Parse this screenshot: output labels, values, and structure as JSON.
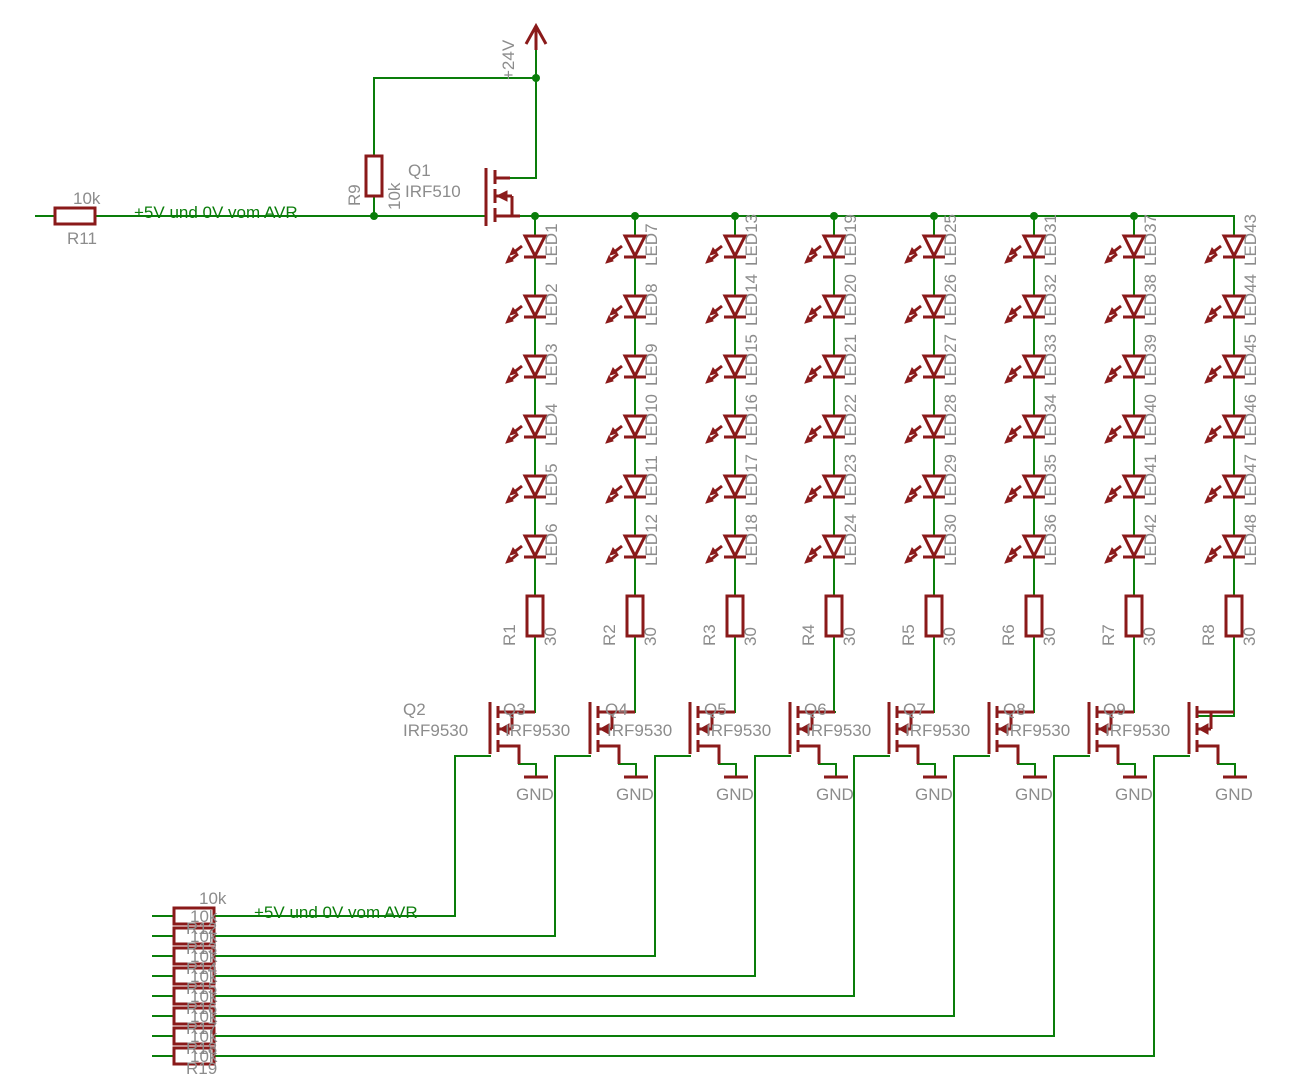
{
  "supply_label": "+24V",
  "ground_label": "GND",
  "net_label": "+5V und 0V vom AVR",
  "driver": {
    "name": "Q1",
    "part": "IRF510"
  },
  "gate_pullup": {
    "name": "R9",
    "value": "10k"
  },
  "input_resistor": {
    "name": "R11",
    "value": "10k"
  },
  "strings": [
    {
      "leds": [
        "LED1",
        "LED2",
        "LED3",
        "LED4",
        "LED5",
        "LED6"
      ],
      "resistor": "R1",
      "value": "30",
      "transistor": "Q2"
    },
    {
      "leds": [
        "LED7",
        "LED8",
        "LED9",
        "LED10",
        "LED11",
        "LED12"
      ],
      "resistor": "R2",
      "value": "30",
      "transistor": "Q3"
    },
    {
      "leds": [
        "LED13",
        "LED14",
        "LED15",
        "LED16",
        "LED17",
        "LED18"
      ],
      "resistor": "R3",
      "value": "30",
      "transistor": "Q4"
    },
    {
      "leds": [
        "LED19",
        "LED20",
        "LED21",
        "LED22",
        "LED23",
        "LED24"
      ],
      "resistor": "R4",
      "value": "30",
      "transistor": "Q5"
    },
    {
      "leds": [
        "LED25",
        "LED26",
        "LED27",
        "LED28",
        "LED29",
        "LED30"
      ],
      "resistor": "R5",
      "value": "30",
      "transistor": "Q6"
    },
    {
      "leds": [
        "LED31",
        "LED32",
        "LED33",
        "LED34",
        "LED35",
        "LED36"
      ],
      "resistor": "R6",
      "value": "30",
      "transistor": "Q7"
    },
    {
      "leds": [
        "LED37",
        "LED38",
        "LED39",
        "LED40",
        "LED41",
        "LED42"
      ],
      "resistor": "R7",
      "value": "30",
      "transistor": "Q8"
    },
    {
      "leds": [
        "LED43",
        "LED44",
        "LED45",
        "LED46",
        "LED47",
        "LED48"
      ],
      "resistor": "R8",
      "value": "30",
      "transistor": "Q9"
    }
  ],
  "low_side_part": "IRF9530",
  "gate_resistors": [
    {
      "name": "R12",
      "value": "10k"
    },
    {
      "name": "R13",
      "value": "10k"
    },
    {
      "name": "R14",
      "value": "10k"
    },
    {
      "name": "R15",
      "value": "10k"
    },
    {
      "name": "R16",
      "value": "10k"
    },
    {
      "name": "R17",
      "value": "10k"
    },
    {
      "name": "R18",
      "value": "10k"
    },
    {
      "name": "R19",
      "value": "10k"
    }
  ],
  "colors": {
    "wire": "#0a7d0a",
    "part": "#8a1a1a",
    "label": "#8c8c8c"
  }
}
